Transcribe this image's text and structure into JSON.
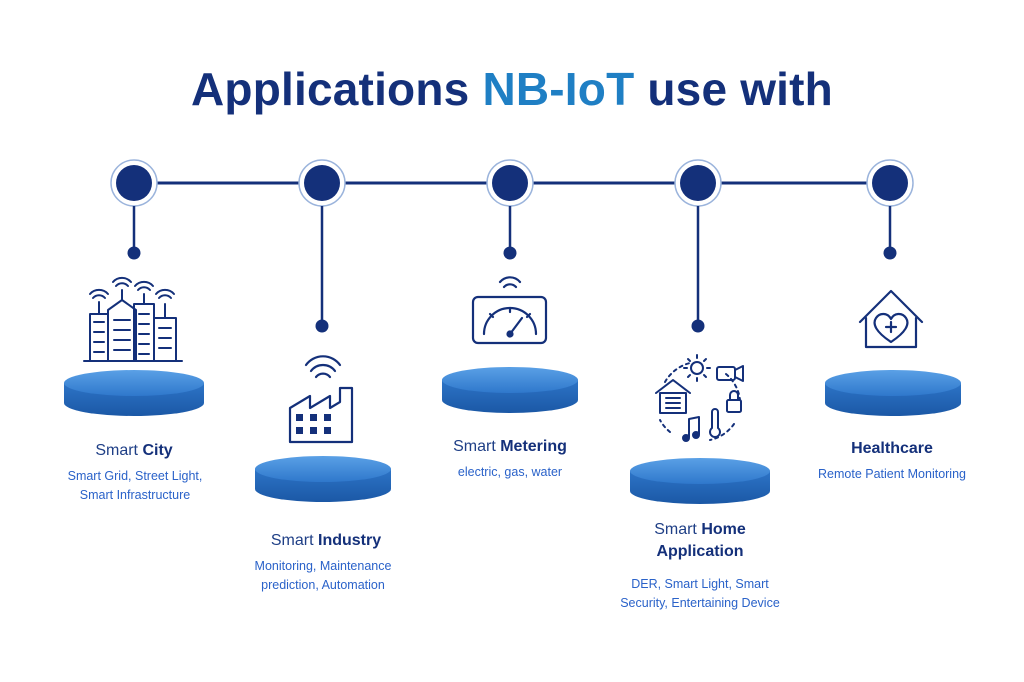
{
  "title": {
    "main": "Applications",
    "accent": "NB-IoT",
    "rest": "use with"
  },
  "colors": {
    "navy": "#14307a",
    "accent": "#1f7fc4",
    "disc": "#2d74c7",
    "text_blue": "#2a62c9"
  },
  "applications": [
    {
      "label_light": "Smart",
      "label_bold": "City",
      "description": "Smart Grid, Street Light, Smart Infrastructure",
      "icon": "city-buildings-wifi-icon"
    },
    {
      "label_light": "Smart",
      "label_bold": "Industry",
      "description": "Monitoring, Maintenance prediction, Automation",
      "icon": "factory-wifi-icon"
    },
    {
      "label_light": "Smart",
      "label_bold": "Metering",
      "description": "electric, gas, water",
      "icon": "gauge-meter-icon"
    },
    {
      "label_light": "Smart",
      "label_bold": "Home Application",
      "description": "DER, Smart Light, Smart Security, Entertaining Device",
      "icon": "smart-home-cycle-icon"
    },
    {
      "label_light": "",
      "label_bold": "Healthcare",
      "description": "Remote Patient Monitoring",
      "icon": "house-heart-icon"
    }
  ]
}
